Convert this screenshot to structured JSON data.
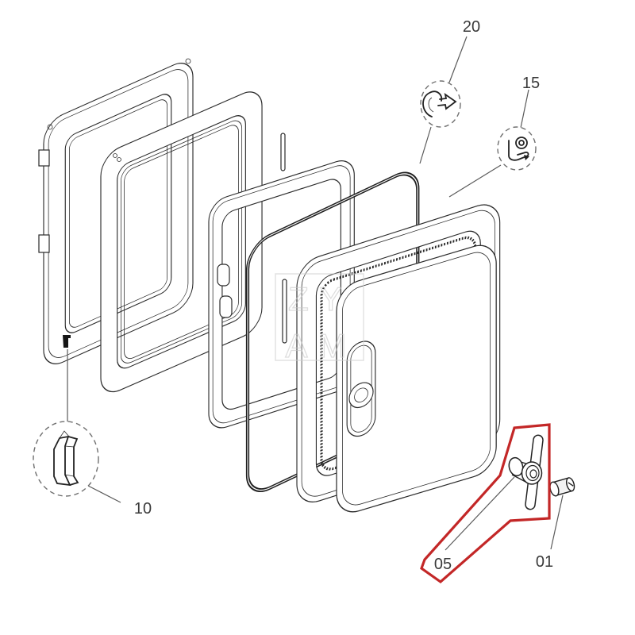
{
  "diagram": {
    "type": "exploded-parts-diagram",
    "subject": "hatch window frame assembly",
    "style": {
      "line_color": "#2a2a2a",
      "label_color": "#3a3a3a",
      "highlight_color": "#c32727",
      "callout_border": "dashed-gray",
      "background": "#ffffff"
    },
    "watermark": {
      "line1": "ZY",
      "line2": "AM"
    },
    "parts": [
      {
        "id": "20",
        "label": "20",
        "name": "seal-profile-outer",
        "callout": "dashed-circle",
        "highlighted": false
      },
      {
        "id": "15",
        "label": "15",
        "name": "seal-profile-inner",
        "callout": "dashed-circle",
        "highlighted": false
      },
      {
        "id": "10",
        "label": "10",
        "name": "retaining-clip",
        "callout": "dashed-circle",
        "highlighted": false
      },
      {
        "id": "05",
        "label": "05",
        "name": "t-knob-handle",
        "callout": "red-outline",
        "highlighted": true
      },
      {
        "id": "01",
        "label": "01",
        "name": "bushing-cap",
        "callout": "leader-line",
        "highlighted": false
      }
    ]
  }
}
